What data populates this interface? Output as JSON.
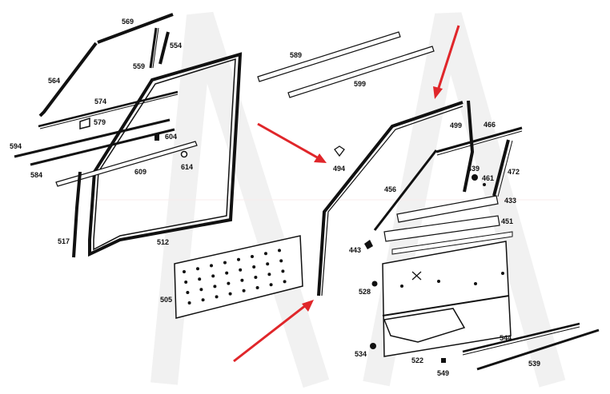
{
  "diagram": {
    "part_labels": {
      "p569": "569",
      "p554": "554",
      "p559": "559",
      "p564": "564",
      "p574": "574",
      "p579": "579",
      "p594": "594",
      "p604": "604",
      "p584": "584",
      "p609": "609",
      "p614": "614",
      "p517": "517",
      "p512": "512",
      "p505": "505",
      "p589": "589",
      "p599": "599",
      "p494": "494",
      "p499": "499",
      "p466": "466",
      "p439": "439",
      "p461": "461",
      "p472": "472",
      "p456": "456",
      "p433": "433",
      "p451": "451",
      "p443": "443",
      "p528": "528",
      "p534": "534",
      "p522": "522",
      "p544": "544",
      "p549": "549",
      "p539": "539"
    },
    "arrow_color": "#e0262a",
    "line_color": "#111111"
  }
}
